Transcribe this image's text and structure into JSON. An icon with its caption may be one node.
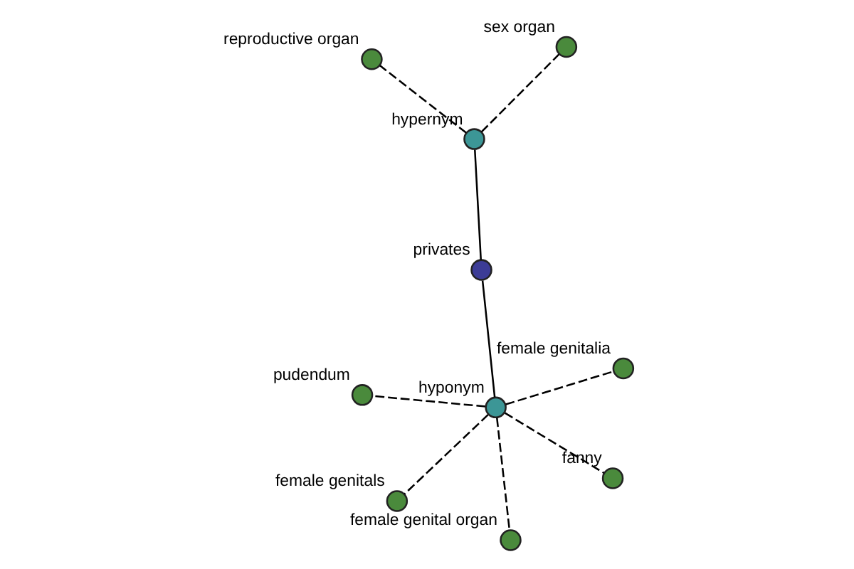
{
  "diagram": {
    "nodes": [
      {
        "text": [],
        "shape": "circle",
        "beside": [
          "privates"
        ]
      },
      {
        "text": [],
        "shape": "circle",
        "beside": [
          "hypernym"
        ]
      },
      {
        "text": [],
        "shape": "circle",
        "beside": [
          "hyponym"
        ]
      },
      {
        "text": [],
        "shape": "circle",
        "beside": [
          "reproductive organ"
        ]
      },
      {
        "text": [],
        "shape": "circle",
        "beside": [
          "sex organ"
        ]
      },
      {
        "text": [],
        "shape": "circle",
        "beside": [
          "pudendum"
        ]
      },
      {
        "text": [],
        "shape": "circle",
        "beside": [
          "female genitals"
        ]
      },
      {
        "text": [],
        "shape": "circle",
        "beside": [
          "fanny"
        ]
      },
      {
        "text": [],
        "shape": "circle",
        "beside": [
          "female genitalia"
        ]
      },
      {
        "text": [],
        "shape": "circle",
        "beside": [
          "female genital organ"
        ]
      }
    ],
    "edges": [
      {
        "from": 0,
        "to": 1,
        "arrow": "none"
      },
      {
        "from": 0,
        "to": 2,
        "arrow": "none"
      },
      {
        "from": 1,
        "to": 3,
        "arrow": "none",
        "style": "dashed"
      },
      {
        "from": 1,
        "to": 4,
        "arrow": "none",
        "style": "dashed"
      },
      {
        "from": 2,
        "to": 5,
        "arrow": "none",
        "style": "dashed"
      },
      {
        "from": 2,
        "to": 6,
        "arrow": "none",
        "style": "dashed"
      },
      {
        "from": 2,
        "to": 7,
        "arrow": "none",
        "style": "dashed"
      },
      {
        "from": 2,
        "to": 8,
        "arrow": "none",
        "style": "dashed"
      },
      {
        "from": 2,
        "to": 9,
        "arrow": "none",
        "style": "dashed"
      }
    ]
  }
}
